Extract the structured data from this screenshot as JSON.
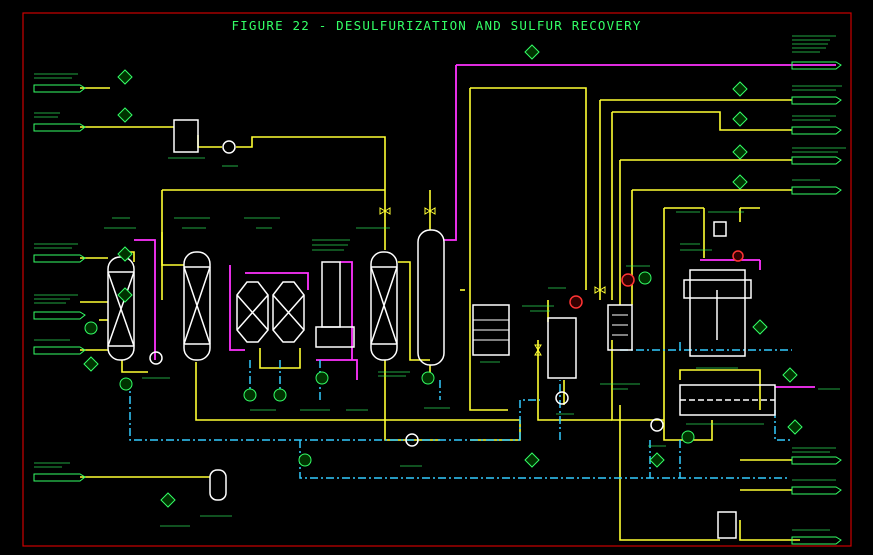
{
  "title": "FIGURE 22 - DESULFURIZATION AND SULFUR RECOVERY",
  "credit": "",
  "colors": {
    "background": "#000000",
    "border": "#cc0000",
    "process": "#ffff33",
    "steam": "#ff33ff",
    "water": "#33ccff",
    "text": "#33ff66",
    "equipment": "#ffffff"
  },
  "equipment_labels": {
    "feed_tank": "",
    "pump": "PUMP",
    "absorber": "",
    "regenerator": "",
    "condenser": "",
    "reactor": "",
    "separator": "",
    "settling_tank": "",
    "pump_3": "PUMP"
  }
}
